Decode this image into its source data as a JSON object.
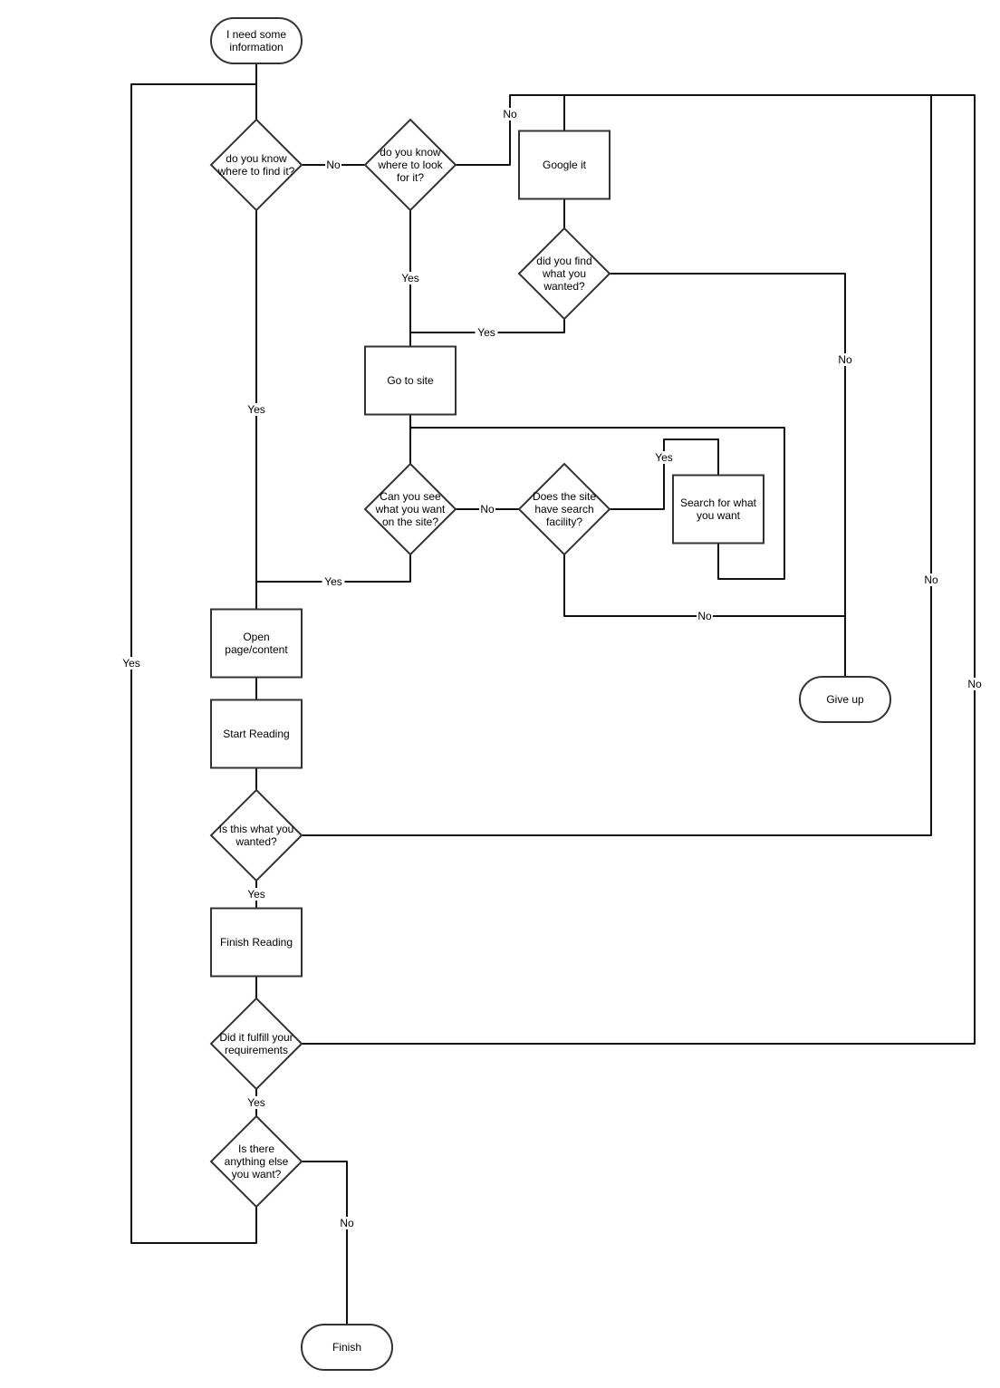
{
  "diagram": {
    "type": "flowchart",
    "line_color": "#111111",
    "shape_border_color": "#333333",
    "nodes": [
      {
        "id": "start",
        "shape": "terminal",
        "lines": [
          "I need some",
          "information"
        ]
      },
      {
        "id": "know_where",
        "shape": "decision",
        "lines": [
          "do you know",
          "where to find it?"
        ]
      },
      {
        "id": "know_look",
        "shape": "decision",
        "lines": [
          "do you know",
          "where to look",
          "for it?"
        ]
      },
      {
        "id": "google",
        "shape": "process",
        "lines": [
          "Google it"
        ]
      },
      {
        "id": "did_find",
        "shape": "decision",
        "lines": [
          "did you find",
          "what you",
          "wanted?"
        ]
      },
      {
        "id": "goto_site",
        "shape": "process",
        "lines": [
          "Go to site"
        ]
      },
      {
        "id": "can_see",
        "shape": "decision",
        "lines": [
          "Can you see",
          "what you want",
          "on the site?"
        ]
      },
      {
        "id": "has_search",
        "shape": "decision",
        "lines": [
          "Does the site",
          "have search",
          "facility?"
        ]
      },
      {
        "id": "search",
        "shape": "process",
        "lines": [
          "Search for what",
          "you want"
        ]
      },
      {
        "id": "give_up",
        "shape": "terminal",
        "lines": [
          "Give up"
        ]
      },
      {
        "id": "open_page",
        "shape": "process",
        "lines": [
          "Open",
          "page/content"
        ]
      },
      {
        "id": "start_reading",
        "shape": "process",
        "lines": [
          "Start Reading"
        ]
      },
      {
        "id": "is_wanted",
        "shape": "decision",
        "lines": [
          "Is this what you",
          "wanted?"
        ]
      },
      {
        "id": "finish_reading",
        "shape": "process",
        "lines": [
          "Finish Reading"
        ]
      },
      {
        "id": "fulfill",
        "shape": "decision",
        "lines": [
          "Did it fulfill your",
          "requirements"
        ]
      },
      {
        "id": "anything_else",
        "shape": "decision",
        "lines": [
          "Is there",
          "anything else",
          "you want?"
        ]
      },
      {
        "id": "finish",
        "shape": "terminal",
        "lines": [
          "Finish"
        ]
      }
    ],
    "edges": [
      {
        "id": "start-know_where",
        "from": "start",
        "to": "know_where",
        "label": ""
      },
      {
        "id": "anything_else-know_where",
        "from": "anything_else",
        "to": "know_where",
        "label": "Yes"
      },
      {
        "id": "know_where-know_look",
        "from": "know_where",
        "to": "know_look",
        "label": "No"
      },
      {
        "id": "know_look-google",
        "from": "know_look",
        "to": "google",
        "label": "No"
      },
      {
        "id": "know_look-goto_site",
        "from": "know_look",
        "to": "goto_site",
        "label": "Yes"
      },
      {
        "id": "google-did_find",
        "from": "google",
        "to": "did_find",
        "label": ""
      },
      {
        "id": "did_find-goto_site",
        "from": "did_find",
        "to": "goto_site",
        "label": "Yes"
      },
      {
        "id": "did_find-give_up",
        "from": "did_find",
        "to": "give_up",
        "label": "No"
      },
      {
        "id": "goto_site-can_see",
        "from": "goto_site",
        "to": "can_see",
        "label": ""
      },
      {
        "id": "can_see-has_search",
        "from": "can_see",
        "to": "has_search",
        "label": "No"
      },
      {
        "id": "has_search-search",
        "from": "has_search",
        "to": "search",
        "label": "Yes"
      },
      {
        "id": "search-can_see",
        "from": "search",
        "to": "can_see",
        "label": ""
      },
      {
        "id": "has_search-give_up",
        "from": "has_search",
        "to": "give_up",
        "label": "No"
      },
      {
        "id": "can_see-open_page",
        "from": "can_see",
        "to": "open_page",
        "label": "Yes"
      },
      {
        "id": "know_where-open_page",
        "from": "know_where",
        "to": "open_page",
        "label": "Yes"
      },
      {
        "id": "open_page-start_reading",
        "from": "open_page",
        "to": "start_reading",
        "label": ""
      },
      {
        "id": "start_reading-is_wanted",
        "from": "start_reading",
        "to": "is_wanted",
        "label": ""
      },
      {
        "id": "is_wanted-google",
        "from": "is_wanted",
        "to": "google",
        "label": "No"
      },
      {
        "id": "is_wanted-finish_reading",
        "from": "is_wanted",
        "to": "finish_reading",
        "label": "Yes"
      },
      {
        "id": "finish_reading-fulfill",
        "from": "finish_reading",
        "to": "fulfill",
        "label": ""
      },
      {
        "id": "fulfill-google",
        "from": "fulfill",
        "to": "google",
        "label": "No"
      },
      {
        "id": "fulfill-anything_else",
        "from": "fulfill",
        "to": "anything_else",
        "label": "Yes"
      },
      {
        "id": "anything_else-finish",
        "from": "anything_else",
        "to": "finish",
        "label": "No"
      }
    ]
  }
}
